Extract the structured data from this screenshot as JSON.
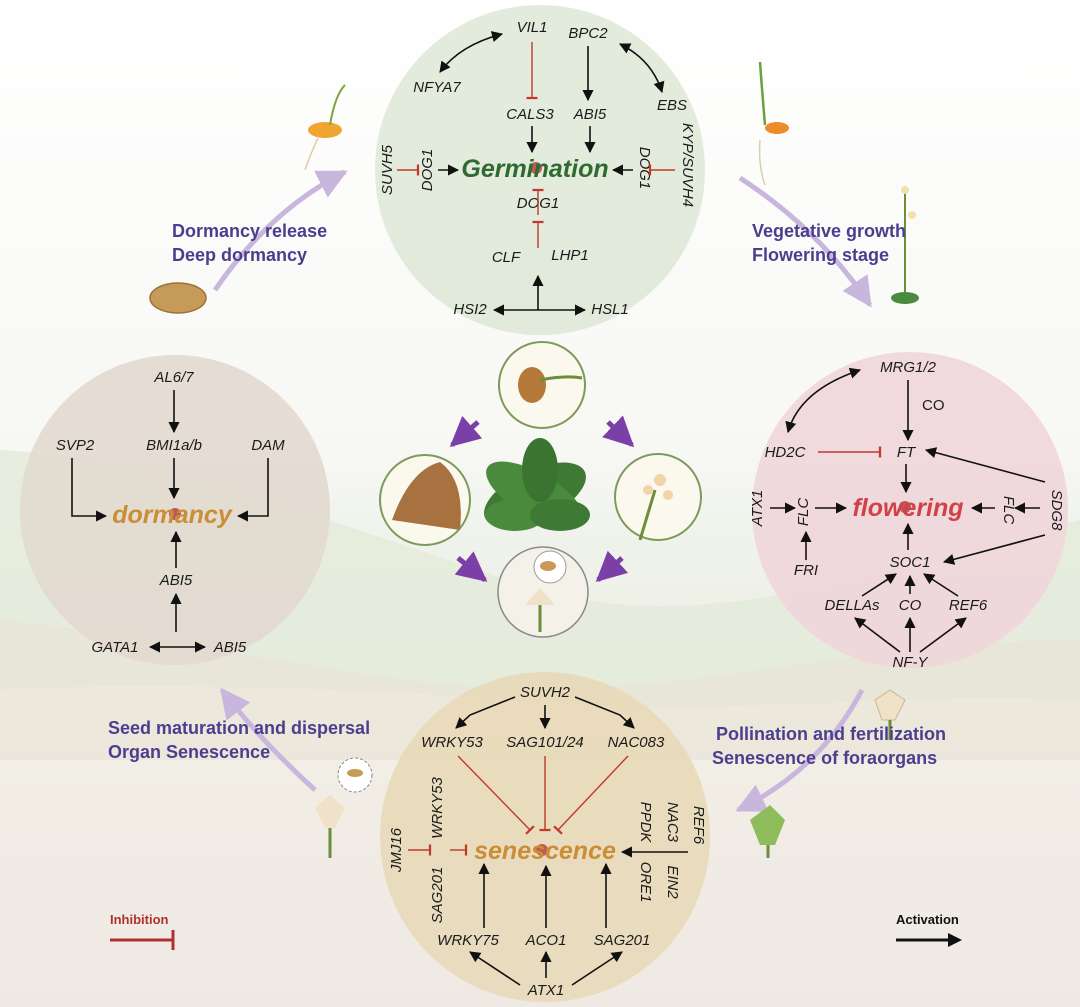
{
  "germination": {
    "center": "Germination",
    "genes": {
      "vil1": "VIL1",
      "bpc2": "BPC2",
      "nfya7": "NFYA7",
      "ebs": "EBS",
      "cals3": "CALS3",
      "abi5": "ABI5",
      "suvh5": "SUVH5",
      "dog1_left": "DOG1",
      "dog1_right": "DOG1",
      "kyp": "KYP/SUVH4",
      "dog1_bottom": "DOG1",
      "clf": "CLF",
      "lhp1": "LHP1",
      "hsi2": "HSI2",
      "hsl1": "HSL1"
    }
  },
  "dormancy": {
    "center": "dormancy",
    "genes": {
      "al67": "AL6/7",
      "svp2": "SVP2",
      "bmi1": "BMI1a/b",
      "dam": "DAM",
      "abi5_top": "ABI5",
      "gata1": "GATA1",
      "abi5_bottom": "ABI5"
    }
  },
  "flowering": {
    "center": "flowering",
    "genes": {
      "mrg": "MRG1/2",
      "co_top": "CO",
      "hd2c": "HD2C",
      "ft": "FT",
      "atx1": "ATX1",
      "flc_left": "FLC",
      "flc_right": "FLC",
      "sdg8": "SDG8",
      "fri": "FRI",
      "soc1": "SOC1",
      "dellas": "DELLAs",
      "co_bottom": "CO",
      "ref6": "REF6",
      "nfy": "NF-Y"
    }
  },
  "senescence": {
    "center": "senescence",
    "genes": {
      "suvh2": "SUVH2",
      "wrky53": "WRKY53",
      "sag101": "SAG101/24",
      "nac083": "NAC083",
      "jmj16": "JMJ16",
      "wrky53_v": "WRKY53",
      "sag201_v": "SAG201",
      "ppdk": "PPDK",
      "nac3": "NAC3",
      "ref6": "REF6",
      "ore1": "ORE1",
      "ein2": "EIN2",
      "wrky75": "WRKY75",
      "aco1": "ACO1",
      "sag201": "SAG201",
      "atx1": "ATX1"
    }
  },
  "stages": {
    "dormancy_release": "Dormancy release",
    "deep_dormancy": "Deep dormancy",
    "vegetative": "Vegetative growth",
    "flowering_stage": "Flowering stage",
    "seed_maturation": "Seed maturation and dispersal",
    "organ_senescence": "Organ Senescence",
    "pollination": "Pollination and fertilization",
    "senescence_floral": "Senescence of foraorgans"
  },
  "legend": {
    "inhibition": "Inhibition",
    "activation": "Activation"
  },
  "colors": {
    "inhibition": "#c0392b",
    "activation": "#111111",
    "stage_text": "#4a3f8f",
    "germination_text": "#2f6a2f",
    "flowering_text": "#cf4248",
    "dormancy_text": "#c98e36"
  }
}
